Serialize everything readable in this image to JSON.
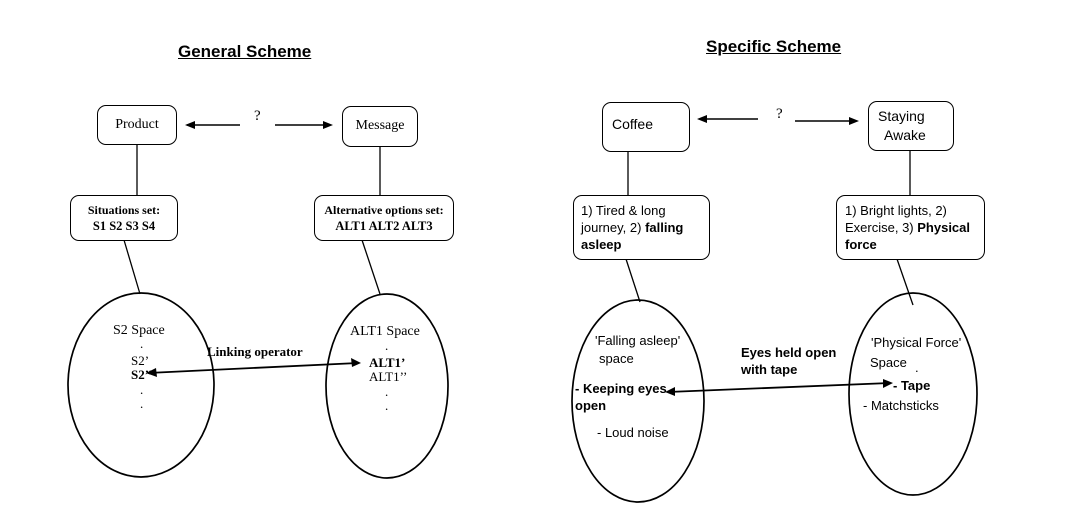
{
  "general": {
    "title": "General Scheme",
    "product": "Product",
    "message": "Message",
    "question": "?",
    "situations_title": "Situations set:",
    "situations_items": "S1 S2 S3 S4",
    "alternatives_title": "Alternative options set:",
    "alternatives_items": "ALT1 ALT2 ALT3",
    "s2_space": "S2 Space",
    "s2_prime": "S2’",
    "s2_double_prime": "S2’’",
    "alt1_space": "ALT1 Space",
    "alt1_prime": "ALT1’",
    "alt1_double_prime": "ALT1’’",
    "linking_operator": "Linking operator",
    "dot": "."
  },
  "specific": {
    "title": "Specific Scheme",
    "coffee": "Coffee",
    "staying_awake_line1": "Staying",
    "staying_awake_line2": "Awake",
    "question": "?",
    "coffee_situations": {
      "line1": "1) Tired & long",
      "line2_plain": "journey, 2) ",
      "line2_bold": "falling",
      "line3_bold": "asleep"
    },
    "awake_options": {
      "line1": "1) Bright lights, 2)",
      "line2_plain": "Exercise, 3) ",
      "line2_bold": "Physical",
      "line3_bold": "force"
    },
    "falling_asleep_line1": "'Falling asleep'",
    "falling_asleep_line2": "space",
    "keeping_eyes_line1": "- Keeping eyes",
    "keeping_eyes_line2": "open",
    "loud_noise": "- Loud noise",
    "physical_force_line1": "'Physical Force'",
    "physical_force_line2": "Space",
    "tape": "- Tape",
    "matchsticks": "- Matchsticks",
    "link_label_line1": "Eyes held open",
    "link_label_line2": "with tape",
    "dot": "."
  }
}
